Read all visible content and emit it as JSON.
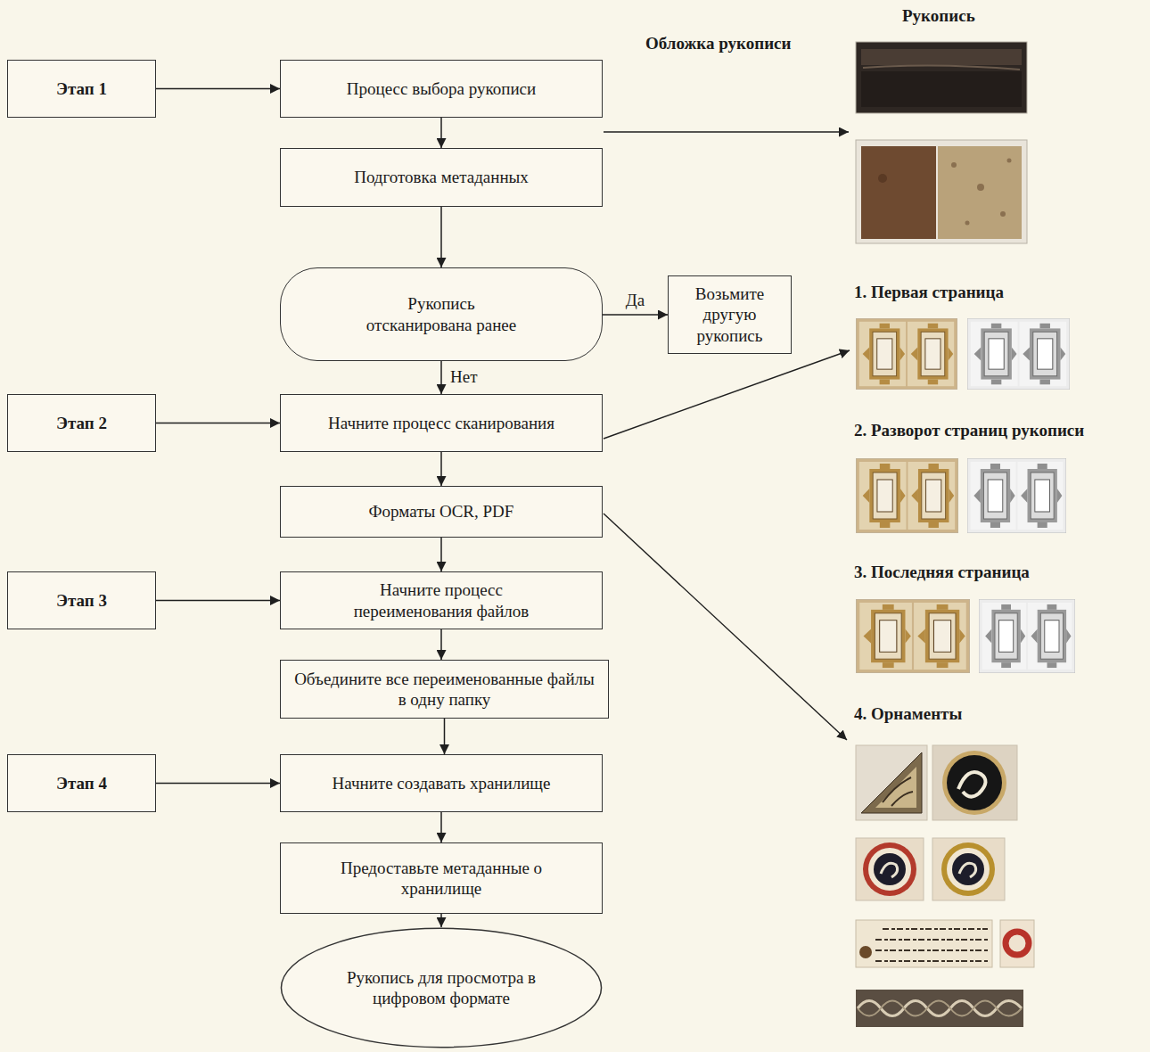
{
  "diagram": {
    "nodes": [
      {
        "text": [
          "Этап 1"
        ]
      },
      {
        "text": [
          "Процесс выбора рукописи"
        ]
      },
      {
        "text": [
          "Подготовка метаданных"
        ]
      },
      {
        "text": [
          "Рукопись отсканирована ранее"
        ]
      },
      {
        "text": [
          "Возьмите другую рукопись"
        ]
      },
      {
        "text": [
          "Этап 2"
        ]
      },
      {
        "text": [
          "Начните процесс сканирования"
        ]
      },
      {
        "text": [
          "Форматы OCR, PDF"
        ]
      },
      {
        "text": [
          "Этап 3"
        ]
      },
      {
        "text": [
          "Начните процесс переименования файлов"
        ]
      },
      {
        "text": [
          "Объедините все переименованные файлы в одну папку"
        ]
      },
      {
        "text": [
          "Этап 4"
        ]
      },
      {
        "text": [
          "Начните создавать хранилище"
        ]
      },
      {
        "text": [
          "Предоставьте метаданные о хранилище"
        ]
      },
      {
        "text": [
          "Рукопись для просмотра в цифровом формате"
        ]
      }
    ],
    "edges": [
      {
        "from": 0,
        "to": 1,
        "arrow": "to"
      },
      {
        "from": 1,
        "to": 2,
        "arrow": "to"
      },
      {
        "from": 2,
        "to": 3,
        "arrow": "to"
      },
      {
        "from": 3,
        "to": 4,
        "label": "Да",
        "arrow": "to"
      },
      {
        "from": 3,
        "to": 6,
        "label": "Нет",
        "arrow": "to"
      },
      {
        "from": 5,
        "to": 6,
        "arrow": "to"
      },
      {
        "from": 6,
        "to": 7,
        "arrow": "to"
      },
      {
        "from": 7,
        "to": 9,
        "arrow": "to"
      },
      {
        "from": 8,
        "to": 9,
        "arrow": "to"
      },
      {
        "from": 9,
        "to": 10,
        "arrow": "to"
      },
      {
        "from": 10,
        "to": 12,
        "arrow": "to"
      },
      {
        "from": 11,
        "to": 12,
        "arrow": "to"
      },
      {
        "from": 12,
        "to": 13,
        "arrow": "to"
      },
      {
        "from": 13,
        "to": 14,
        "arrow": "to"
      }
    ],
    "labels": [
      "Рукопись",
      "Обложка рукописи",
      "1. Первая страница",
      "2. Разворот страниц рукописи",
      "3. Последняя страница",
      "4. Орнаменты"
    ]
  }
}
